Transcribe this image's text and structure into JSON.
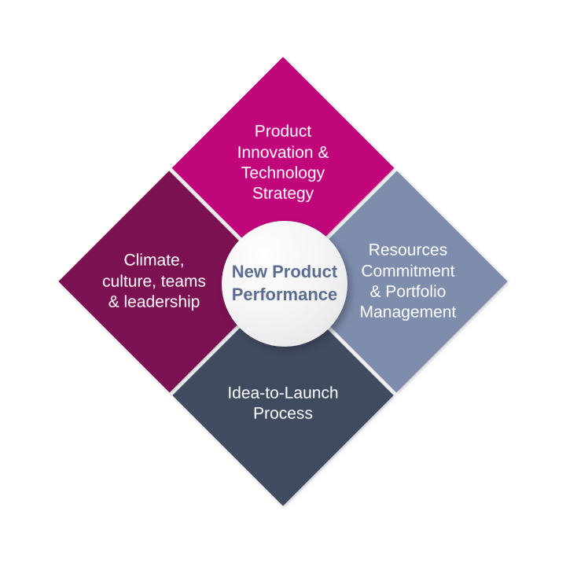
{
  "diagram": {
    "type": "diamond-quadrant-diagram",
    "background_color": "#FFFFFF",
    "center": {
      "label": "New Product\nPerformance",
      "text_color": "#5C6D91",
      "fill_color_light": "#FEFEFE",
      "fill_color_dark": "#DEDEDF",
      "shape": "circle"
    },
    "quadrants": [
      {
        "position": "top",
        "label": "Product\nInnovation &\nTechnology\nStrategy",
        "color": "#C1067C",
        "text_color": "#FFFFFF"
      },
      {
        "position": "right",
        "label": "Resources\nCommitment\n& Portfolio\nManagement",
        "color": "#7E8DAC",
        "text_color": "#FFFFFF"
      },
      {
        "position": "bottom",
        "label": "Idea-to-Launch\nProcess",
        "color": "#414B60",
        "text_color": "#FFFFFF"
      },
      {
        "position": "left",
        "label": "Climate,\nculture, teams\n& leadership",
        "color": "#7C1152",
        "text_color": "#FFFFFF"
      }
    ]
  }
}
